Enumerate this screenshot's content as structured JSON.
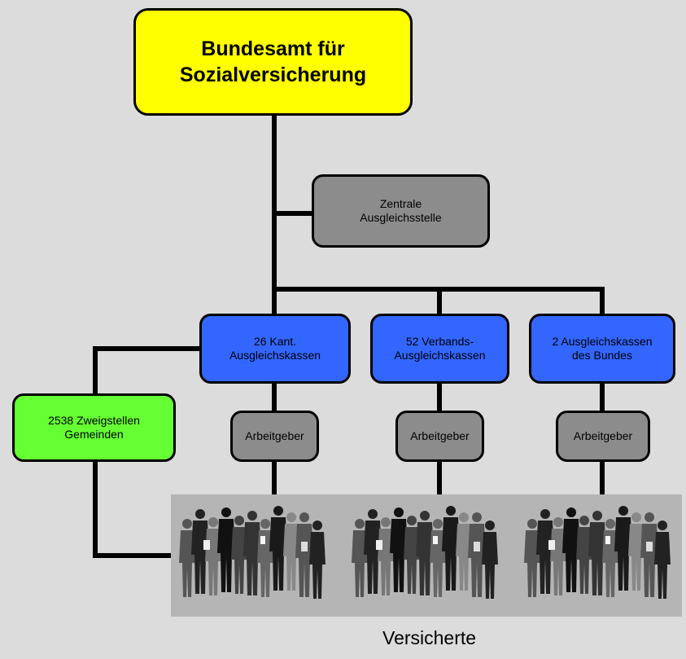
{
  "top": {
    "line1": "Bundesamt für",
    "line2": "Sozialversicherung"
  },
  "central": {
    "line1": "Zentrale",
    "line2": "Ausgleichsstelle"
  },
  "funds": [
    {
      "line1": "26 Kant.",
      "line2": "Ausgleichskassen"
    },
    {
      "line1": "52 Verbands-",
      "line2": "Ausgleichskassen"
    },
    {
      "line1": "2 Ausgleichskassen",
      "line2": "des Bundes"
    }
  ],
  "branches": {
    "line1": "2538 Zweigstellen",
    "line2": "Gemeinden"
  },
  "employers": [
    "Arbeitgeber",
    "Arbeitgeber",
    "Arbeitgeber"
  ],
  "insured_caption": "Versicherte",
  "colors": {
    "top": "#ffff00",
    "central": "#8c8c8c",
    "funds": "#3366ff",
    "branches": "#66ff33",
    "employers": "#8c8c8c",
    "background": "#dcdcdc"
  },
  "icons": [
    "people-group-icon",
    "people-group-icon",
    "people-group-icon"
  ]
}
